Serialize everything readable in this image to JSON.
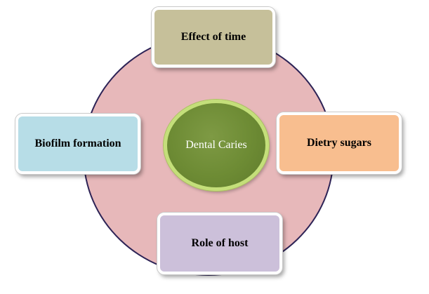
{
  "diagram": {
    "center": {
      "label": "Dental Caries"
    },
    "nodes": {
      "top": {
        "label": "Effect of time"
      },
      "left": {
        "label": "Biofilm formation"
      },
      "right": {
        "label": "Dietry sugars"
      },
      "bottom": {
        "label": "Role of host"
      }
    }
  },
  "colors": {
    "outer_circle_fill": "#e7b8ba",
    "outer_circle_stroke": "#2d2356",
    "center_fill": "#6d8b34",
    "center_border": "#c4df7a",
    "top_fill": "#c6c09a",
    "left_fill": "#b7dde7",
    "right_fill": "#f8be8f",
    "bottom_fill": "#ccc0da"
  }
}
